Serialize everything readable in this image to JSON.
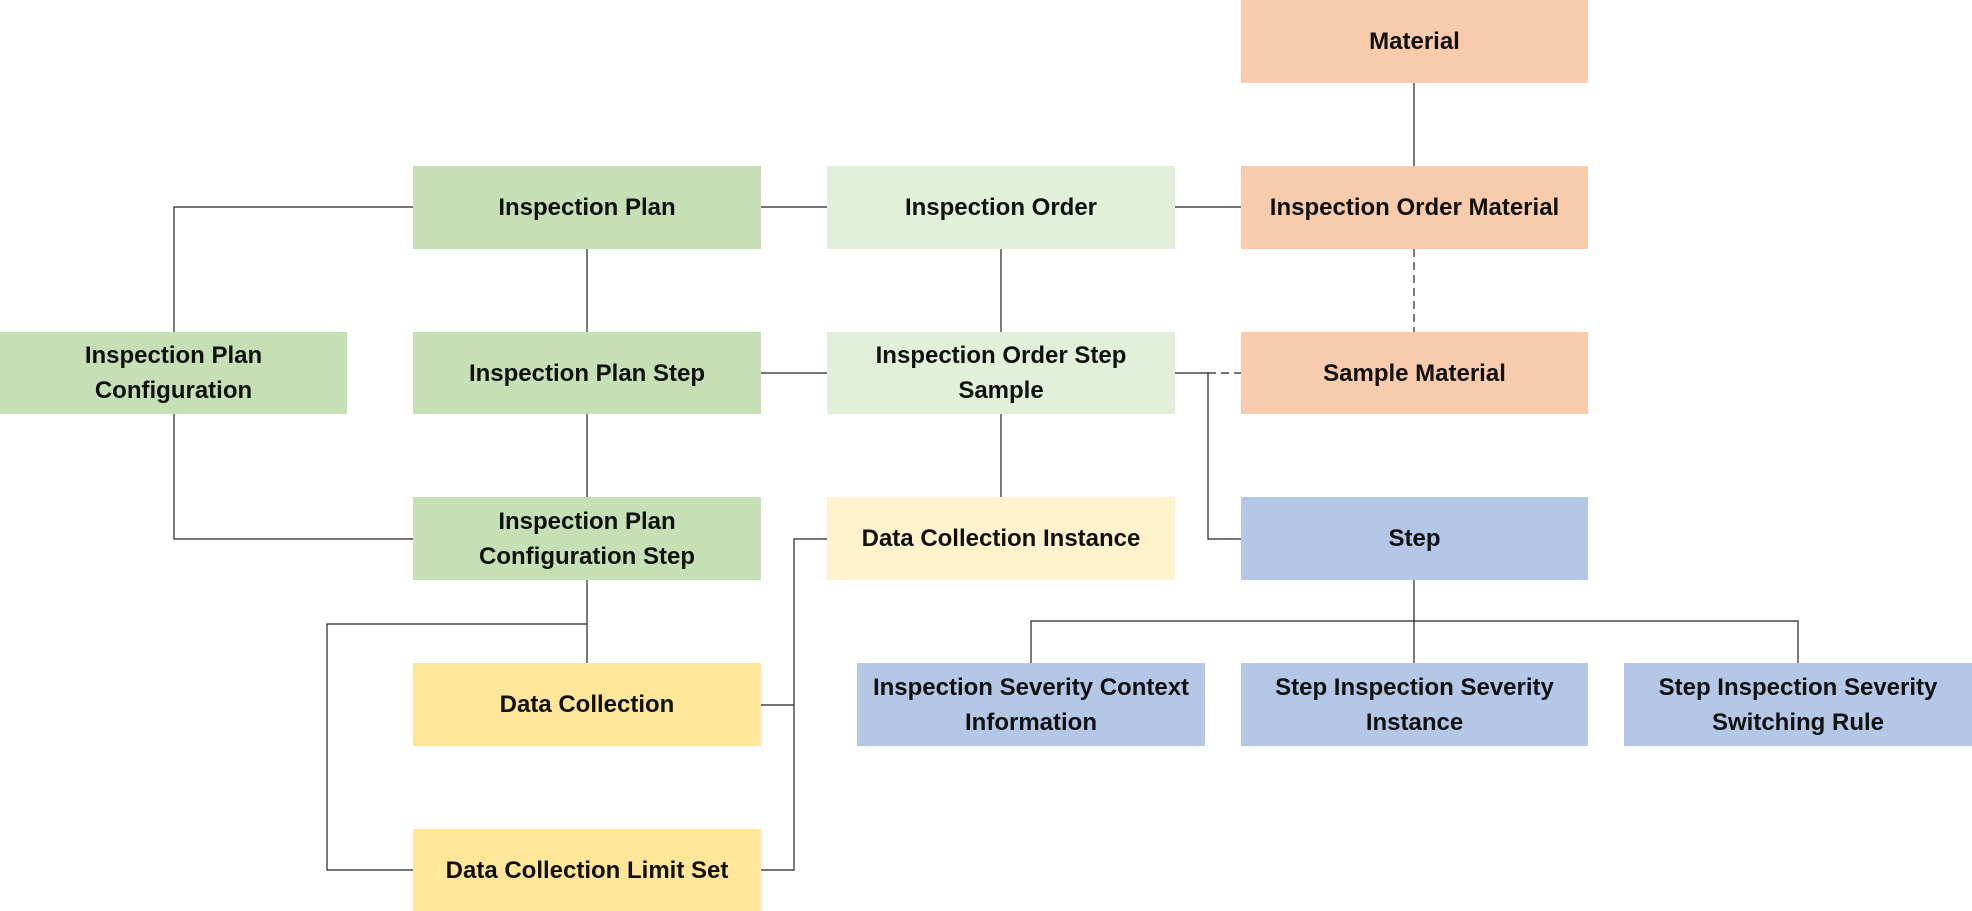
{
  "nodes": {
    "material": "Material",
    "inspection_order_material": "Inspection Order Material",
    "sample_material": "Sample Material",
    "step": "Step",
    "inspection_order": "Inspection Order",
    "inspection_order_step_sample": "Inspection Order Step Sample",
    "data_collection_instance": "Data Collection Instance",
    "inspection_plan": "Inspection Plan",
    "inspection_plan_step": "Inspection Plan Step",
    "inspection_plan_configuration_step": "Inspection Plan Configuration Step",
    "data_collection": "Data Collection",
    "data_collection_limit_set": "Data Collection Limit Set",
    "inspection_plan_configuration": "Inspection Plan Configuration",
    "inspection_severity_context_information": "Inspection Severity Context Information",
    "step_inspection_severity_instance": "Step Inspection Severity Instance",
    "step_inspection_severity_switching_rule": "Step Inspection Severity Switching Rule"
  },
  "colors": {
    "orange": "#f8cbad",
    "green": "#c5e0b4",
    "light_green": "#e2f0d9",
    "yellow": "#ffe699",
    "cream": "#fff2cc",
    "blue": "#b4c7e7",
    "line": "#222222"
  }
}
